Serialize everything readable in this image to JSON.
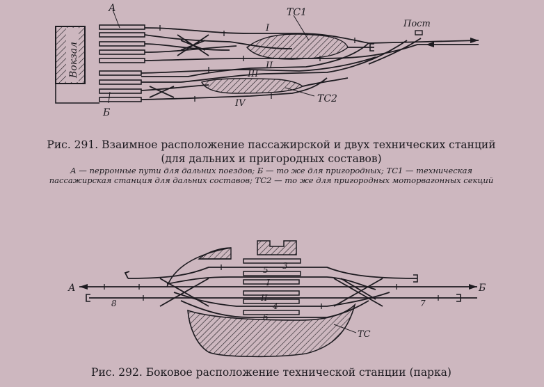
{
  "figure1": {
    "labels": {
      "a": "А",
      "b": "Б",
      "station": "Вокзал",
      "ts1": "ТС1",
      "ts2": "ТС2",
      "post": "Пост",
      "track1": "I",
      "track2": "II",
      "track3": "III",
      "track4": "IV"
    },
    "caption": "Рис. 291. Взаимное расположение пассажирской и двух технических станций (для дальних и пригородных составов)",
    "legend": "А — перронные пути для дальних поездов; Б — то же для пригородных; ТС1 — техническая пассажирская станция для дальних составов; ТС2 — то же для пригородных моторвагонных секций"
  },
  "figure2": {
    "labels": {
      "a": "А",
      "b": "Б",
      "ts": "ТС",
      "t1": "I",
      "t2": "II",
      "t3": "3",
      "t4": "4",
      "t5": "5",
      "t6": "6",
      "t7": "7",
      "t8": "8"
    },
    "caption": "Рис. 292. Боковое расположение технической станции (парка)"
  }
}
